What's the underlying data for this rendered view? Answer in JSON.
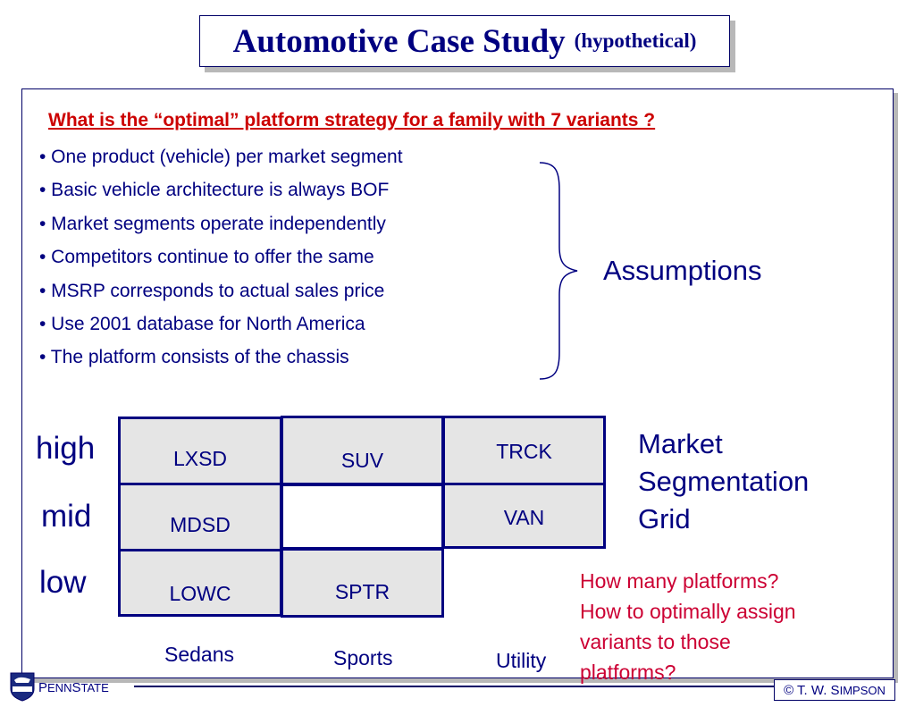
{
  "title": {
    "main": "Automotive Case Study",
    "sub": "(hypothetical)"
  },
  "question": "What is the “optimal” platform strategy for a family with 7 variants ?",
  "assumptions": {
    "items": [
      "• One product (vehicle) per market segment",
      "• Basic vehicle architecture is always BOF",
      "• Market segments operate independently",
      "• Competitors continue to offer the same",
      "• MSRP corresponds to actual sales price",
      "• Use 2001 database for North America",
      "• The platform consists of the chassis"
    ],
    "label": "Assumptions"
  },
  "grid": {
    "rows": [
      "high",
      "mid",
      "low"
    ],
    "columns": [
      "Sedans",
      "Sports",
      "Utility"
    ],
    "cells": {
      "lxsd": "LXSD",
      "suv": "SUV",
      "trck": "TRCK",
      "mdsd": "MDSD",
      "van": "VAN",
      "lowc": "LOWC",
      "sptr": "SPTR"
    },
    "label_lines": [
      "Market",
      "Segmentation",
      "Grid"
    ]
  },
  "questions": [
    "How many platforms?",
    "How to optimally assign",
    "variants to those",
    "platforms?"
  ],
  "footer": {
    "logo_prefix": "P",
    "logo_mid": "ENN",
    "logo_s": "S",
    "logo_rest": "TATE",
    "copyright_symbol": "© T. W. S",
    "copyright_rest": "IMPSON"
  },
  "colors": {
    "navy": "#000080",
    "question_red": "#cc0000",
    "cell_gray": "#e5e5e5",
    "shadow_gray": "#b8b8b8"
  }
}
